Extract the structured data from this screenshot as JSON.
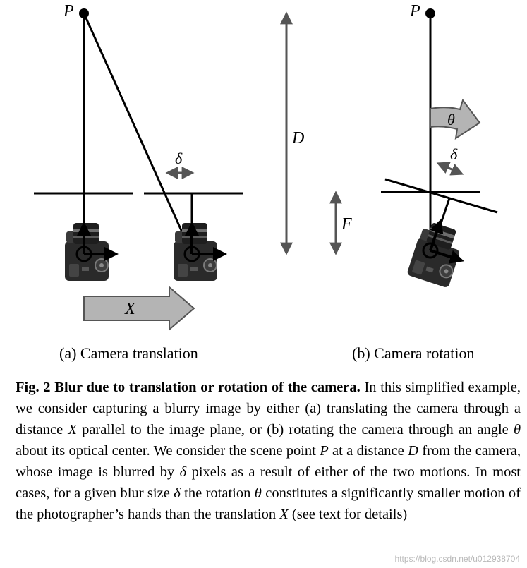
{
  "figure": {
    "labels": {
      "point": "P",
      "delta": "δ",
      "distance": "D",
      "focal": "F",
      "translation": "X",
      "angle": "θ"
    },
    "subcaption_a": "(a) Camera translation",
    "subcaption_b": "(b) Camera rotation",
    "colors": {
      "ink": "#000000",
      "arrow_fill": "#b4b4b4",
      "arrow_stroke": "#555555",
      "camera_body": "#2a2a2a",
      "camera_highlight": "#6e6e6e"
    }
  },
  "caption": {
    "label": "Fig. 2",
    "title": "Blur due to translation or rotation of the camera.",
    "s1": "In this simplified example, we consider capturing a blurry image by either (a) translating the camera through a distance ",
    "v_x": "X",
    "s2": " parallel to the image plane, or (b) rotating the camera through an angle ",
    "v_theta": "θ",
    "s3": " about its optical center. We consider the scene point ",
    "v_p": "P",
    "s4": " at a distance ",
    "v_d": "D",
    "s5": " from the camera, whose image is blurred by ",
    "v_delta": "δ",
    "s6": " pixels as a result of either of the two motions. In most cases, for a given blur size ",
    "v_delta2": "δ",
    "s7": " the rotation ",
    "v_theta2": "θ",
    "s8": " constitutes a signifi­cantly smaller motion of the photographer’s hands than the translation ",
    "v_x2": "X",
    "s9": " (see text for details)"
  },
  "watermark": "https://blog.csdn.net/u012938704"
}
